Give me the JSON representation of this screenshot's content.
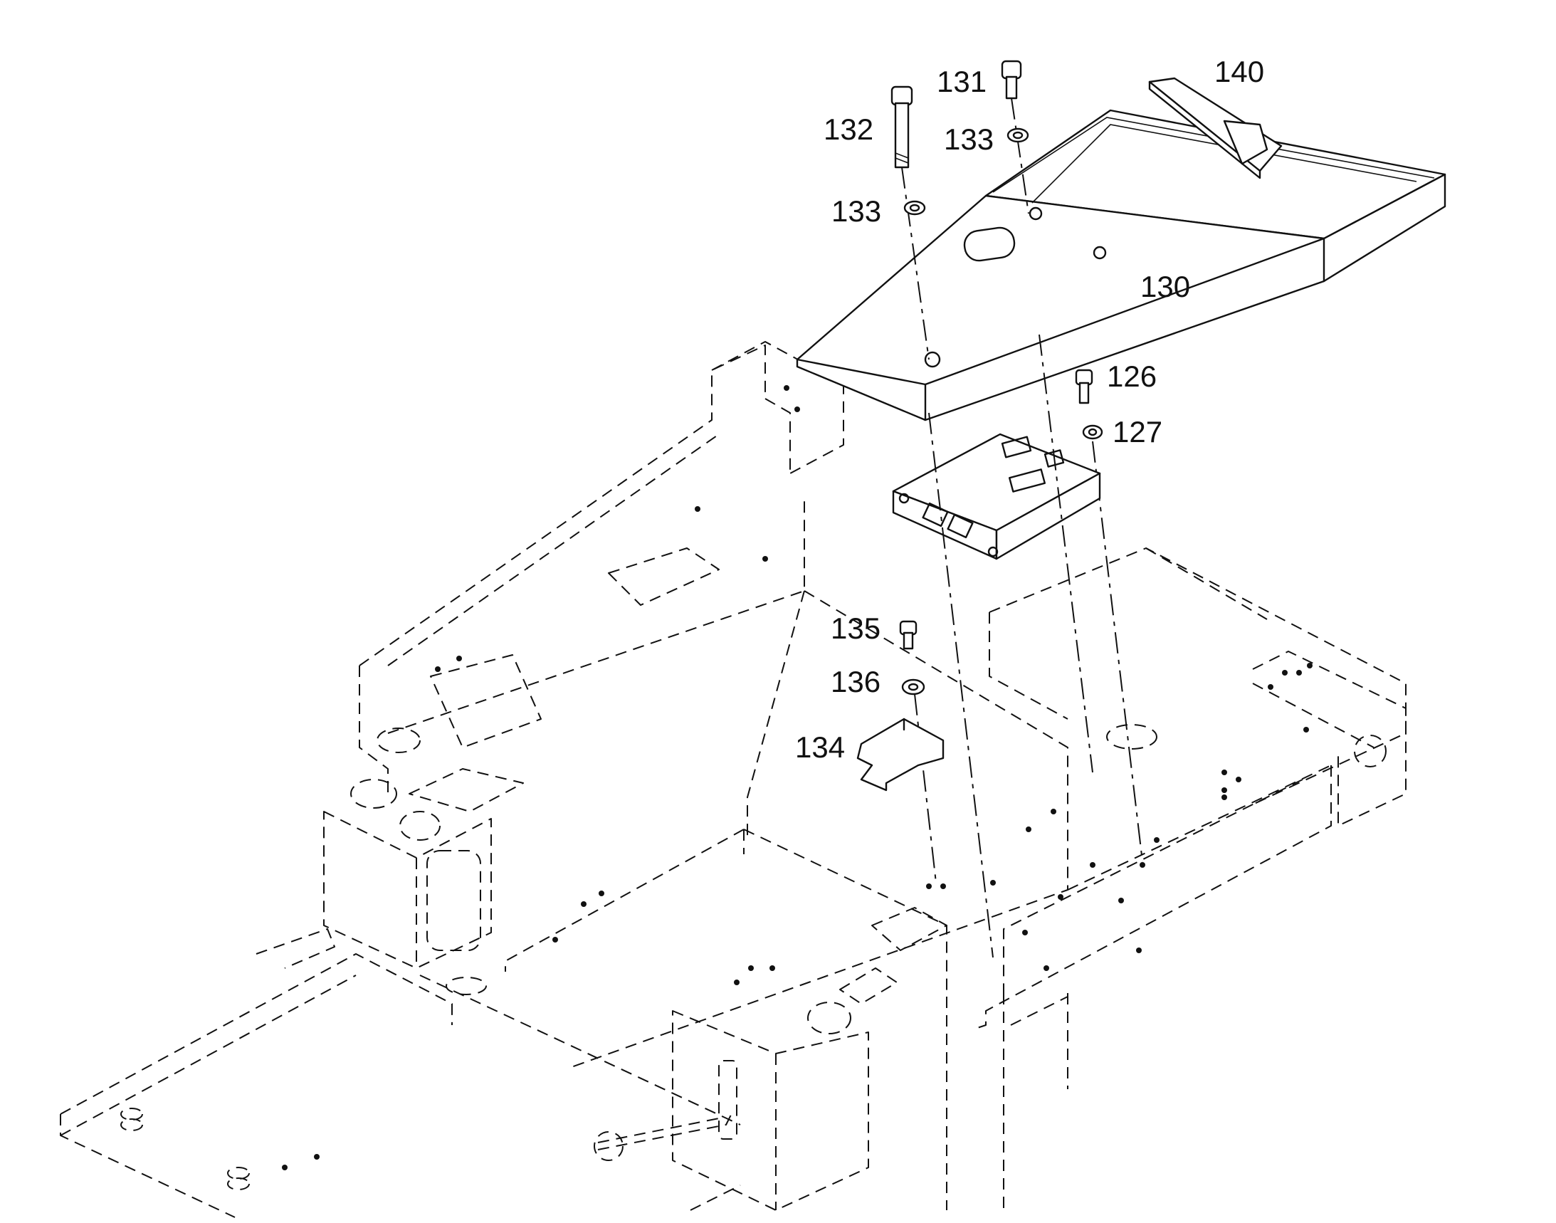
{
  "callouts": {
    "c140": "140",
    "c131": "131",
    "c132": "132",
    "c133a": "133",
    "c133b": "133",
    "c130": "130",
    "c126": "126",
    "c127": "127",
    "c135": "135",
    "c136": "136",
    "c134": "134"
  },
  "colors": {
    "line": "#111111",
    "background": "#ffffff"
  }
}
